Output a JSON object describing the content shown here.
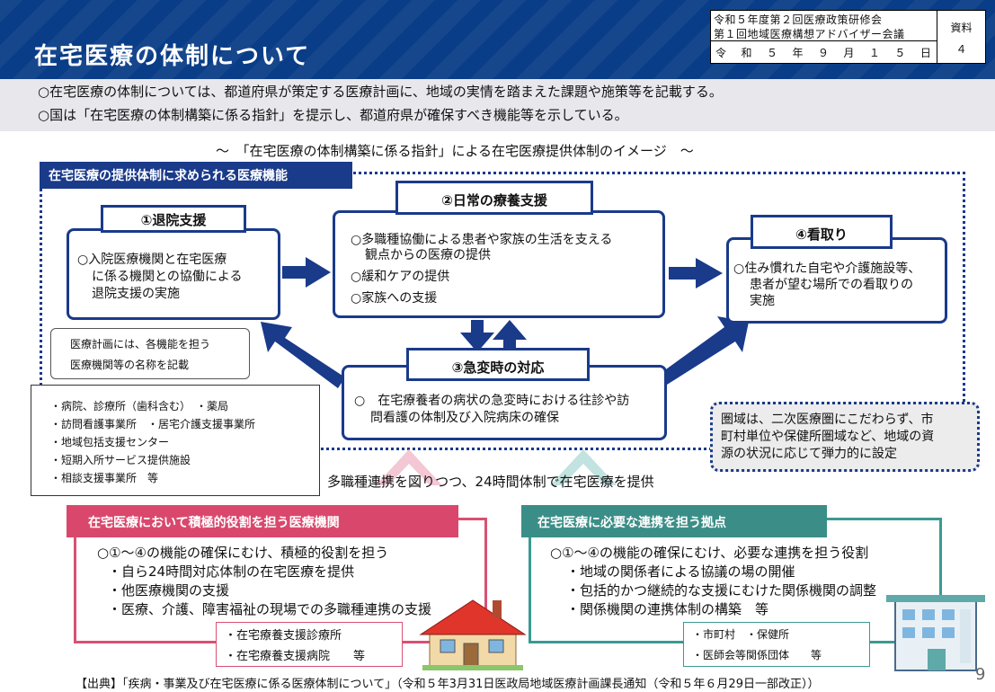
{
  "header": {
    "title": "在宅医療の体制について",
    "meeting_line1": "令和５年度第２回医療政策研修会",
    "meeting_line2": "第１回地域医療構想アドバイザー会議",
    "date_parts": [
      "令",
      "和",
      "５",
      "年",
      "９",
      "月",
      "１",
      "５",
      "日"
    ],
    "doc_label": "資料",
    "doc_number": "４"
  },
  "summary": [
    "○在宅医療の体制については、都道府県が策定する医療計画に、地域の実情を踏まえた課題や施策等を記載する。",
    "○国は「在宅医療の体制構築に係る指針」を提示し、都道府県が確保すべき機能等を示している。"
  ],
  "image_caption": "～　「在宅医療の体制構築に係る指針」による在宅医療提供体制のイメージ　～",
  "section_label": "在宅医療の提供体制に求められる医療機能",
  "functions": {
    "f1": {
      "title": "①退院支援",
      "lines": [
        "○入院医療機関と在宅医療",
        "に係る機関との協働による",
        "退院支援の実施"
      ]
    },
    "f2": {
      "title": "②日常の療養支援",
      "lines": [
        "○多職種協働による患者や家族の生活を支える",
        "観点からの医療の提供",
        "○緩和ケアの提供",
        "○家族への支援"
      ]
    },
    "f3": {
      "title": "③急変時の対応",
      "lines": [
        "○　在宅療養者の病状の急変時における往診や訪",
        "問看護の体制及び入院病床の確保"
      ]
    },
    "f4": {
      "title": "④看取り",
      "lines": [
        "○住み慣れた自宅や介護施設等、",
        "患者が望む場所での看取りの",
        "実施"
      ]
    }
  },
  "note": [
    "医療計画には、各機能を担う",
    "医療機関等の名称を記載"
  ],
  "facilities": [
    "・病院、診療所（歯科含む）　・薬局",
    "・訪問看護事業所　・居宅介護支援事業所",
    "・地域包括支援センター",
    "・短期入所サービス提供施設",
    "・相談支援事業所　等"
  ],
  "area_note": [
    "圏域は、二次医療圏にこだわらず、市",
    "町村単位や保健所圏域など、地域の資",
    "源の状況に応じて弾力的に設定"
  ],
  "collaboration": "多職種連携を図りつつ、24時間体制で在宅医療を提供",
  "active_role": {
    "title": "在宅医療において積極的役割を担う医療機関",
    "lines": [
      "○①～④の機能の確保にむけ、積極的役割を担う",
      "・自ら24時間対応体制の在宅医療を提供",
      "・他医療機関の支援",
      "・医療、介護、障害福祉の現場での多職種連携の支援"
    ],
    "examples": [
      "・在宅療養支援診療所",
      "・在宅療養支援病院　　等"
    ]
  },
  "coordination_hub": {
    "title": "在宅医療に必要な連携を担う拠点",
    "lines": [
      "○①～④の機能の確保にむけ、必要な連携を担う役割",
      "・地域の関係者による協議の場の開催",
      "・包括的かつ継続的な支援にむけた関係機関の調整",
      "・関係機関の連携体制の構築　等"
    ],
    "examples": [
      "・市町村　・保健所",
      "・医師会等関係団体　　等"
    ]
  },
  "source": "【出典】「疾病・事業及び在宅医療に係る医療体制について」（令和５年3月31日医政局地域医療計画課長通知（令和５年６月29日一部改正））",
  "page_number": "9",
  "colors": {
    "header_blue": "#0a3d87",
    "frame_blue": "#1a3a8a",
    "pink": "#d9486c",
    "teal": "#3b8e87"
  }
}
